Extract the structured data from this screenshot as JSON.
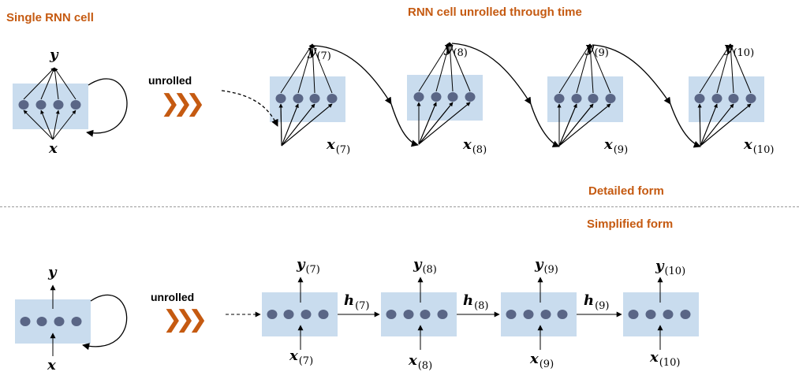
{
  "titles": {
    "single": "Single RNN cell",
    "unrolled_time": "RNN cell unrolled through time",
    "detailed": "Detailed form",
    "simplified": "Simplified form"
  },
  "unrolled_labels": {
    "top": "unrolled",
    "bottom": "unrolled"
  },
  "single_cell": {
    "input": "x",
    "output": "y"
  },
  "steps": [
    {
      "x": "x",
      "y": "y",
      "h": "h",
      "sub": "(7)"
    },
    {
      "x": "x",
      "y": "y",
      "h": "h",
      "sub": "(8)"
    },
    {
      "x": "x",
      "y": "y",
      "h": "h",
      "sub": "(9)"
    },
    {
      "x": "x",
      "y": "y",
      "sub": "(10)"
    }
  ],
  "colors": {
    "cell_fill": "#c9dcee",
    "neuron_fill": "#5a6686",
    "title_accent": "#c55a11",
    "chevron": "#c55a11"
  },
  "icons": {
    "chevron": "triple-chevron-right-icon"
  }
}
